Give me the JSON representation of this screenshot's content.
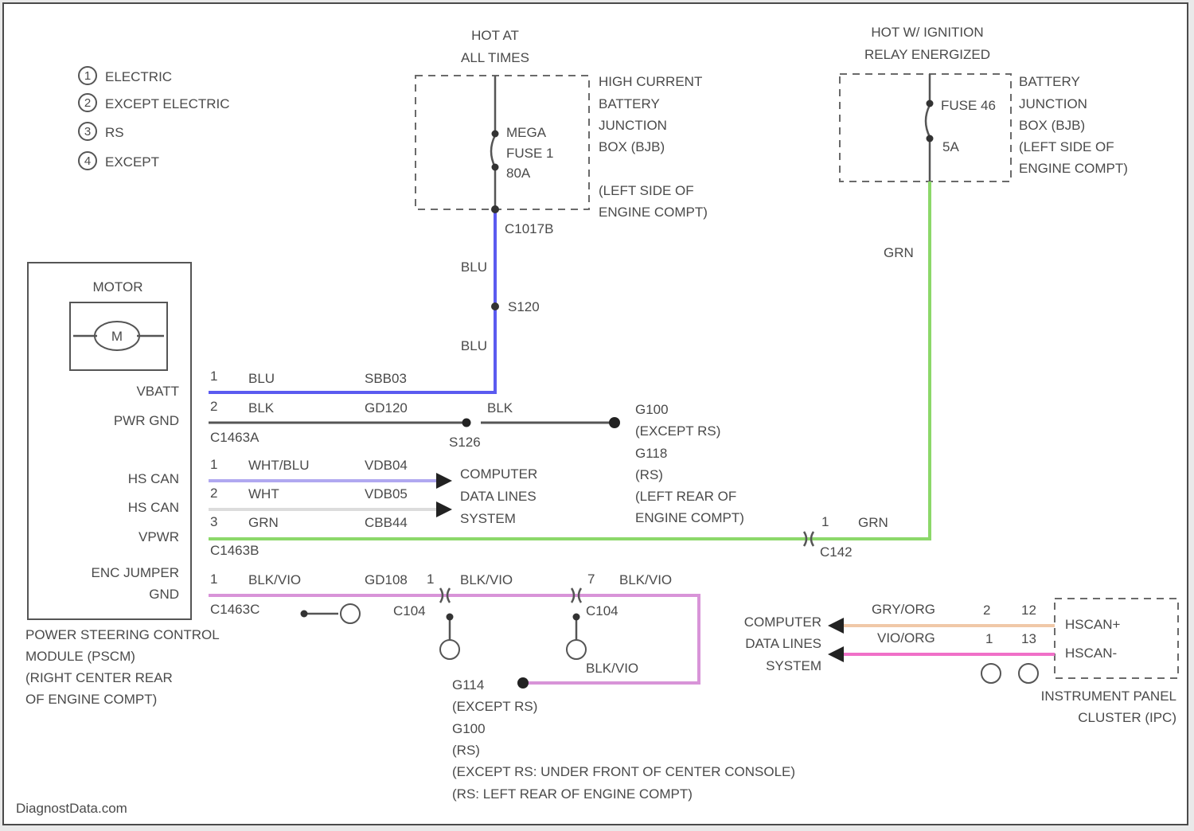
{
  "source": "DiagnostData.com",
  "colors": {
    "blu": "#5b5bf0",
    "grn": "#8cd86a",
    "blk": "#555555",
    "wht_blu": "#b0a8f0",
    "wht": "#dcdcdc",
    "blk_vio": "#d894d8",
    "gry_org": "#f0c8a8",
    "vio_org": "#f070c8"
  },
  "legend": [
    {
      "num": "1",
      "text": "ELECTRIC"
    },
    {
      "num": "2",
      "text": "EXCEPT ELECTRIC"
    },
    {
      "num": "3",
      "text": "RS"
    },
    {
      "num": "4",
      "text": "EXCEPT"
    }
  ],
  "power_hot_at_all_times": {
    "header": [
      "HOT AT",
      "ALL TIMES"
    ],
    "fuse": [
      "MEGA",
      "FUSE 1",
      "80A"
    ],
    "box": [
      "HIGH CURRENT",
      "BATTERY",
      "JUNCTION",
      "BOX (BJB)"
    ],
    "location": [
      "(LEFT SIDE OF",
      "ENGINE COMPT)"
    ],
    "connector": "C1017B",
    "wire1": "BLU",
    "splice": "S120",
    "wire2": "BLU"
  },
  "power_ignition": {
    "header": [
      "HOT W/ IGNITION",
      "RELAY ENERGIZED"
    ],
    "fuse": "FUSE 46",
    "amp": "5A",
    "box": [
      "BATTERY",
      "JUNCTION",
      "BOX (BJB)",
      "(LEFT SIDE OF",
      "ENGINE COMPT)"
    ],
    "wire": "GRN"
  },
  "pscm": {
    "motor_label": "MOTOR",
    "motor_symbol": "M",
    "pins": [
      "VBATT",
      "PWR GND",
      "HS CAN",
      "HS CAN",
      "VPWR",
      "ENC JUMPER",
      "GND"
    ],
    "title": [
      "POWER STEERING CONTROL",
      "MODULE (PSCM)",
      "(RIGHT CENTER REAR",
      "OF ENGINE COMPT)"
    ]
  },
  "wires": {
    "vbatt": {
      "pin": "1",
      "color": "BLU",
      "circuit": "SBB03"
    },
    "pwrgnd": {
      "pin": "2",
      "color": "BLK",
      "circuit": "GD120",
      "connector": "C1463A",
      "splice": "S126",
      "color2": "BLK"
    },
    "ground_g100": [
      "G100",
      "(EXCEPT RS)",
      "G118",
      "(RS)",
      "(LEFT REAR OF",
      "ENGINE COMPT)"
    ],
    "hscan_p": {
      "pin": "1",
      "color": "WHT/BLU",
      "circuit": "VDB04"
    },
    "hscan_n": {
      "pin": "2",
      "color": "WHT",
      "circuit": "VDB05"
    },
    "vpwr": {
      "pin": "3",
      "color": "GRN",
      "circuit": "CBB44",
      "connector": "C1463B"
    },
    "data_lines": [
      "COMPUTER",
      "DATA LINES",
      "SYSTEM"
    ],
    "c142": {
      "pin": "1",
      "color": "GRN",
      "connector": "C142"
    },
    "enc": {
      "pin": "1",
      "color": "BLK/VIO",
      "circuit": "GD108",
      "connector": "C1463C",
      "c104_pin": "1",
      "c104_color": "BLK/VIO",
      "c104": "C104",
      "c104b_pin": "7",
      "c104b_color": "BLK/VIO",
      "c104b": "C104",
      "vert_color": "BLK/VIO"
    },
    "ground_g114": [
      "G114",
      "(EXCEPT RS)",
      "G100",
      "(RS)",
      "(EXCEPT RS: UNDER FRONT OF CENTER CONSOLE)",
      "(RS: LEFT REAR OF ENGINE COMPT)"
    ]
  },
  "ipc": {
    "data_lines": [
      "COMPUTER",
      "DATA LINES",
      "SYSTEM"
    ],
    "wire1": {
      "color": "GRY/ORG",
      "pin_a": "2",
      "pin_b": "12",
      "label": "HSCAN+"
    },
    "wire2": {
      "color": "VIO/ORG",
      "pin_a": "1",
      "pin_b": "13",
      "label": "HSCAN-"
    },
    "title": [
      "INSTRUMENT PANEL",
      "CLUSTER (IPC)"
    ]
  }
}
